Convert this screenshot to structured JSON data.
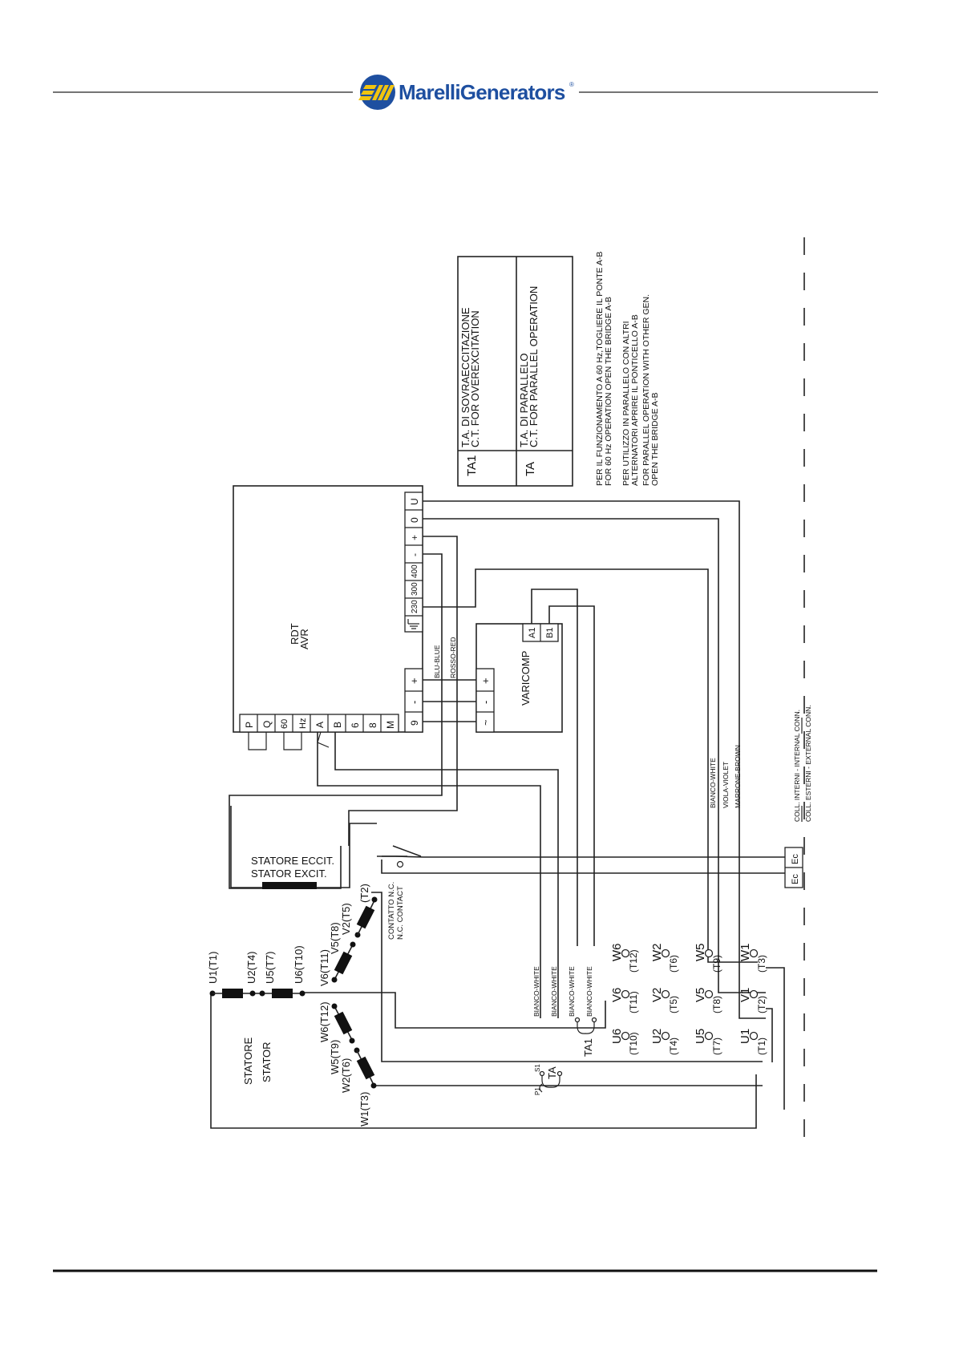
{
  "header": {
    "brand": "MarelliGenerators",
    "registered_mark": "®",
    "brand_color": "#1e4fa0",
    "logo_accent_color": "#f2c40f"
  },
  "avr": {
    "title_line1": "RDT",
    "title_line2": "AVR",
    "top_terminals": [
      "U",
      "0",
      "+",
      "-",
      "400",
      "300",
      "230",
      "ground"
    ],
    "bottom_terminals": [
      "P",
      "Q",
      "60",
      "Hz",
      "A",
      "B",
      "6",
      "8",
      "M"
    ],
    "aux_terminals": [
      "+",
      "-",
      "9"
    ]
  },
  "varicomp": {
    "label": "VARICOMP",
    "input_terminals": [
      "+",
      "-",
      "~"
    ],
    "ct_terminals": [
      "A1",
      "B1"
    ]
  },
  "legend_table": {
    "rows": [
      {
        "code": "TA1",
        "line1": "T.A. DI SOVRAECCITAZIONE",
        "line2": "C.T. FOR OVEREXCITATION"
      },
      {
        "code": "TA",
        "line1": "T.A. DI PARALLELO",
        "line2": "C.T. FOR  PARALLEL OPERATION"
      }
    ]
  },
  "notes": [
    "PER IL FUNZIONAMENTO A 60 Hz,TOGLIERE IL PONTE A-B",
    "FOR 60 Hz OPERATION OPEN THE BRIDGE A-B",
    "PER UTILIZZO IN PARALLELO CON ALTRI",
    "ALTERNATORI APRIRE IL PONTICELLO A-B",
    "FOR PARALLEL OPERATION WITH OTHER GEN.",
    "OPEN THE BRIDGE A-B"
  ],
  "wire_labels": {
    "blue": "BLU-BLUE",
    "red": "ROSSO-RED",
    "white": "BIANCO-WHITE",
    "violet": "VIOLA-VIOLET",
    "brown": "MARRONE-BROWN"
  },
  "connection_legend": {
    "internal": "COLL. INTERNI - INTERNAL CONN.",
    "external": "COLL. ESTERNI - EXTERNAL CONN."
  },
  "exciter": {
    "line1": "STATORE ECCIT.",
    "line2": "STATOR EXCIT.",
    "terminals": [
      "Ec",
      "Ec"
    ]
  },
  "contact": {
    "line1": "CONTATTO N.C.",
    "line2": "N.C. CONTACT"
  },
  "stator": {
    "line1": "STATORE",
    "line2": "STATOR",
    "winding_labels": [
      "U1(T1)",
      "U2(T4)",
      "U5(T7)",
      "U6(T10)",
      "V6(T11)",
      "V5(T8)",
      "V2(T5)",
      "(T2)",
      "W6(T12)",
      "W5(T9)",
      "W2(T6)",
      "W1(T3)"
    ]
  },
  "current_transformers": {
    "ta": "TA",
    "ta1": "TA1",
    "p1": "P1",
    "s1": "S1"
  },
  "output_terminals": [
    {
      "name": "U6",
      "tag": "(T10)"
    },
    {
      "name": "V6",
      "tag": "(T11)"
    },
    {
      "name": "W6",
      "tag": "(T12)"
    },
    {
      "name": "U2",
      "tag": "(T4)"
    },
    {
      "name": "V2",
      "tag": "(T5)"
    },
    {
      "name": "W2",
      "tag": "(T6)"
    },
    {
      "name": "U5",
      "tag": "(T7)"
    },
    {
      "name": "V5",
      "tag": "(T8)"
    },
    {
      "name": "W5",
      "tag": "(T9)"
    },
    {
      "name": "U1",
      "tag": "(T1)"
    },
    {
      "name": "V1",
      "tag": "(T2)"
    },
    {
      "name": "W1",
      "tag": "(T3)"
    }
  ]
}
